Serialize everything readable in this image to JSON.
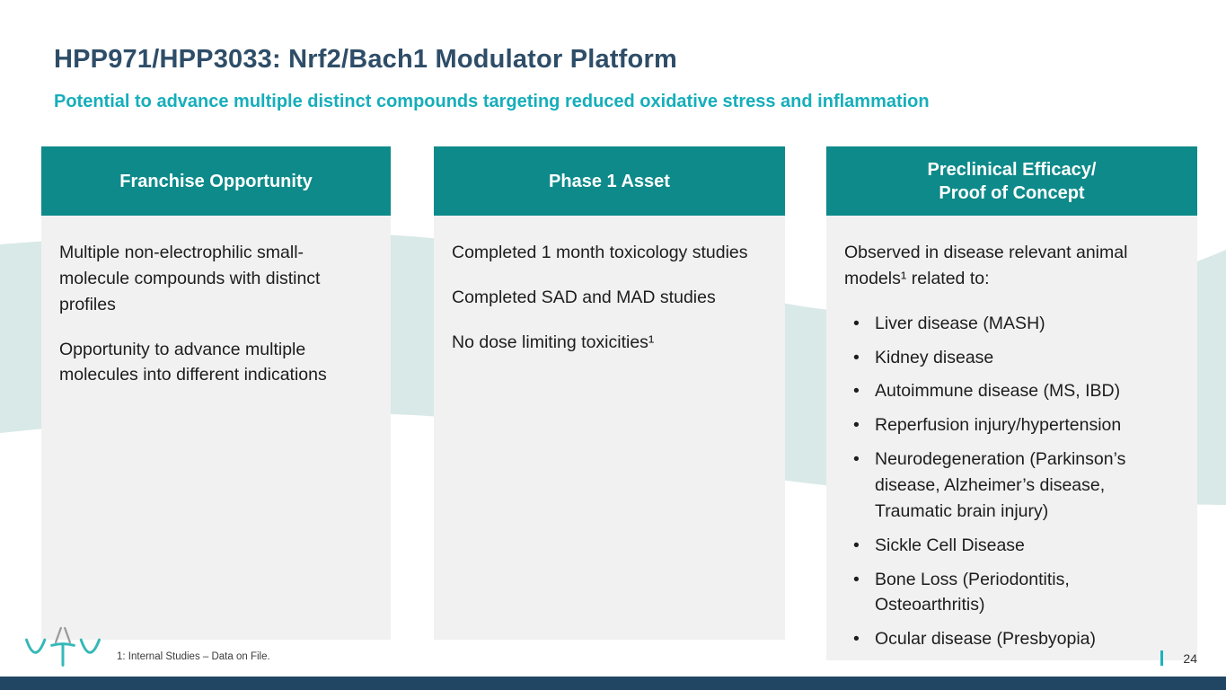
{
  "slide": {
    "title": "HPP971/HPP3033: Nrf2/Bach1 Modulator Platform",
    "subtitle": "Potential to advance multiple distinct compounds targeting reduced oxidative stress and inflammation",
    "footnote": "1: Internal Studies – Data on File.",
    "page_number": "24",
    "logo_name": "vTv therapeutics logo"
  },
  "colors": {
    "header_teal": "#0E8A8A",
    "accent_teal": "#16AEBB",
    "title_navy": "#2E4D68",
    "bottom_bar_navy": "#214663",
    "card_body_gray": "#F1F1F1",
    "wave_teal": "#D9E9E7"
  },
  "cards": [
    {
      "header": "Franchise Opportunity",
      "paragraphs": [
        "Multiple non-electrophilic small-molecule compounds with distinct profiles",
        "Opportunity to advance multiple molecules into different indications"
      ]
    },
    {
      "header": "Phase 1 Asset",
      "paragraphs": [
        "Completed 1 month toxicology studies",
        "Completed SAD and MAD studies",
        "No dose limiting toxicities¹"
      ]
    },
    {
      "header": "Preclinical Efficacy/\nProof of Concept",
      "intro": "Observed in disease relevant animal models¹ related to:",
      "bullets": [
        "Liver disease (MASH)",
        "Kidney disease",
        "Autoimmune disease (MS, IBD)",
        "Reperfusion injury/hypertension",
        "Neurodegeneration (Parkinson’s disease, Alzheimer’s disease, Traumatic brain injury)",
        "Sickle Cell Disease",
        "Bone Loss (Periodontitis, Osteoarthritis)",
        "Ocular disease (Presbyopia)"
      ]
    }
  ]
}
